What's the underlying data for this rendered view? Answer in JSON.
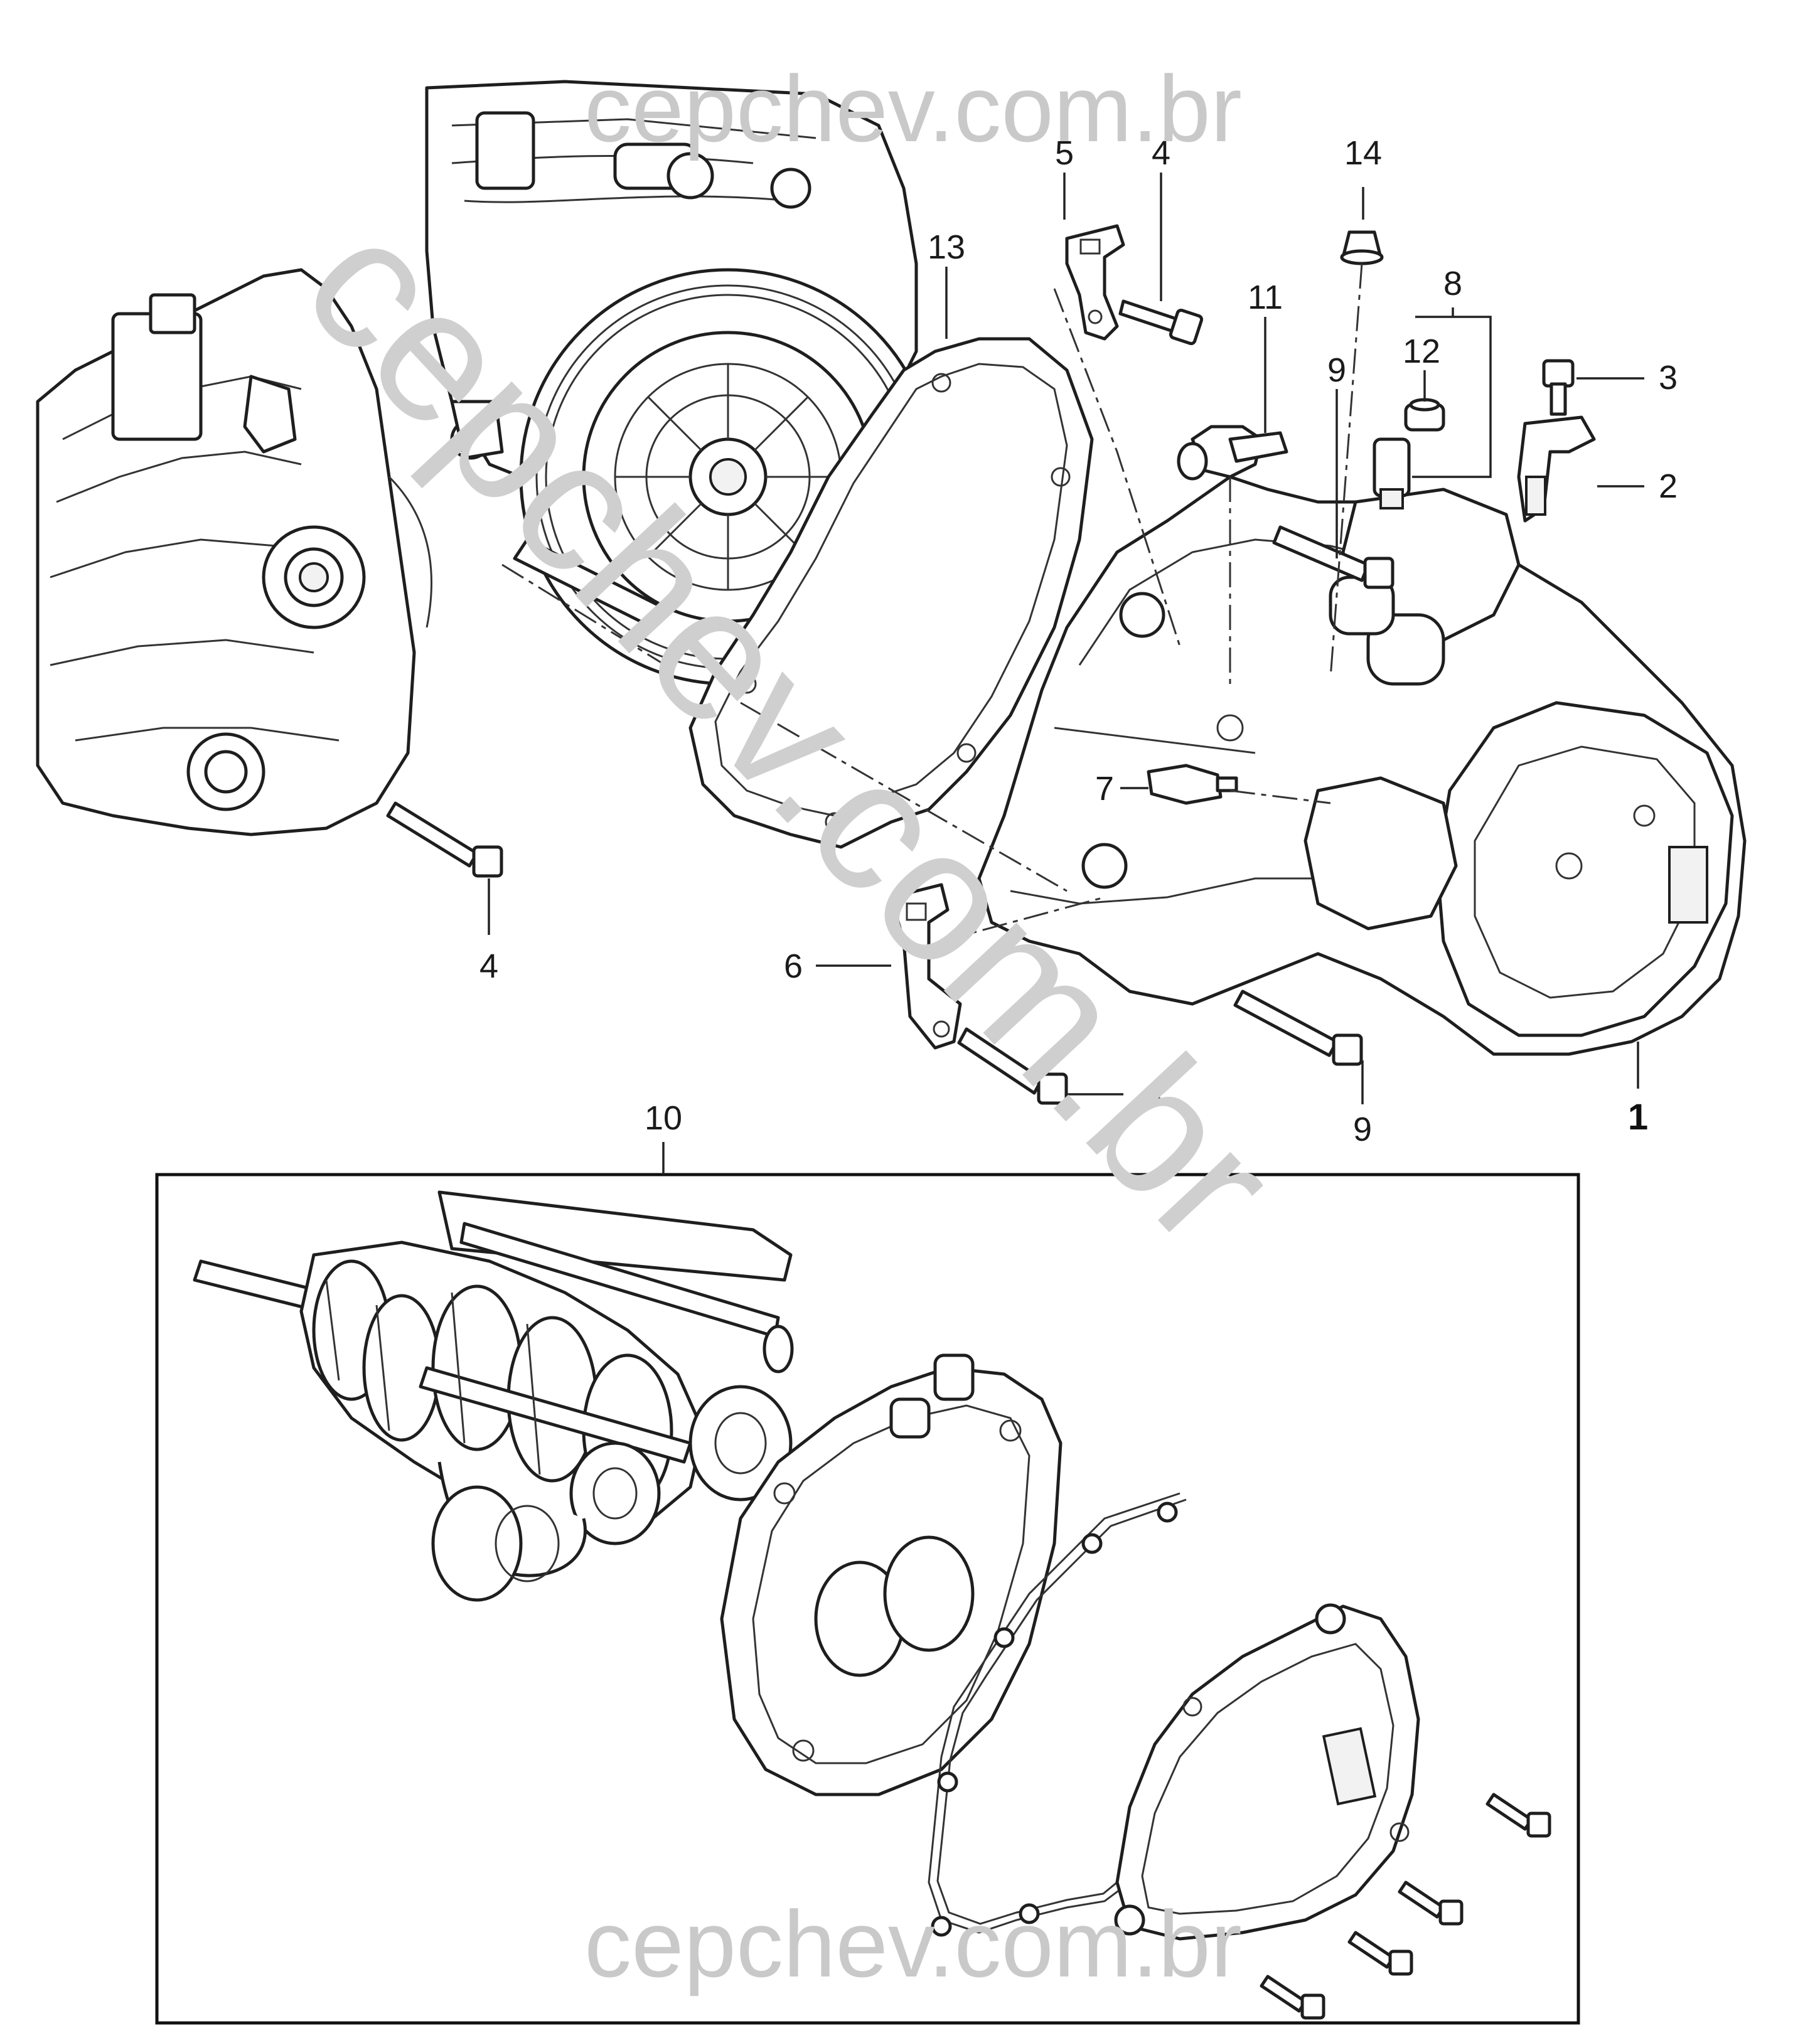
{
  "watermarks": {
    "top": "cepchev.com.br",
    "bottom": "cepchev.com.br",
    "diagonal": "cepchev.com.br"
  },
  "callouts": [
    {
      "id": "top-5",
      "label": "5"
    },
    {
      "id": "top-4",
      "label": "4"
    },
    {
      "id": "top-14",
      "label": "14"
    },
    {
      "id": "top-13",
      "label": "13"
    },
    {
      "id": "top-11",
      "label": "11"
    },
    {
      "id": "top-8",
      "label": "8"
    },
    {
      "id": "top-3",
      "label": "3"
    },
    {
      "id": "top-9",
      "label": "9"
    },
    {
      "id": "top-12",
      "label": "12"
    },
    {
      "id": "top-2",
      "label": "2"
    },
    {
      "id": "left-4",
      "label": "4"
    },
    {
      "id": "mid-7",
      "label": "7"
    },
    {
      "id": "mid-6",
      "label": "6"
    },
    {
      "id": "bolt-4",
      "label": "4"
    },
    {
      "id": "bottom-9",
      "label": "9"
    },
    {
      "id": "main-1",
      "label": "1"
    },
    {
      "id": "kit-10",
      "label": "10"
    }
  ]
}
